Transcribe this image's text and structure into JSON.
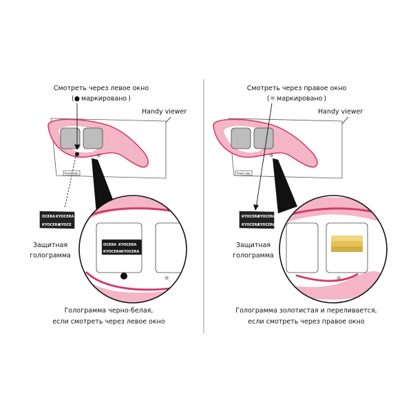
{
  "left": {
    "caption_top_line1": "Смотреть через левое окно",
    "caption_top_line2_pre": "(",
    "caption_top_line2_symbol": "●",
    "caption_top_line2_text": "маркировано",
    "caption_top_line2_post": ")",
    "viewer_label": "Handy viewer",
    "front_side": "Front side",
    "hologram_label_line1": "Защитная",
    "hologram_label_line2": "голограмма",
    "bottom_line1": "Голограмма черно-белая,",
    "bottom_line2": "если смотреть через левое окно",
    "holo_texts": [
      "OCERA",
      "KYOCERA",
      "KYOCERA",
      "KYOCERA",
      "KYOCE"
    ]
  },
  "right": {
    "caption_top_line1": "Смотреть через правое окно",
    "caption_top_line2_pre": "(",
    "caption_top_line2_symbol": "☼",
    "caption_top_line2_text": "маркировано",
    "caption_top_line2_post": ")",
    "viewer_label": "Handy viewer",
    "front_side": "Front side",
    "hologram_label_line1": "Защитная",
    "hologram_label_line2": "голограмма",
    "bottom_line1": "Голограмма золотистая и переливается,",
    "bottom_line2": "если смотреть через правое окно",
    "holo_texts": [
      "KYOCERA",
      "KYOCERA",
      "KYOCERA",
      "KYOCERA"
    ]
  },
  "colors": {
    "pink_light": "#f4b6c6",
    "pink_dark": "#d23c6e",
    "gray_window": "#bdbdbd",
    "gold": "#e6c15a"
  }
}
